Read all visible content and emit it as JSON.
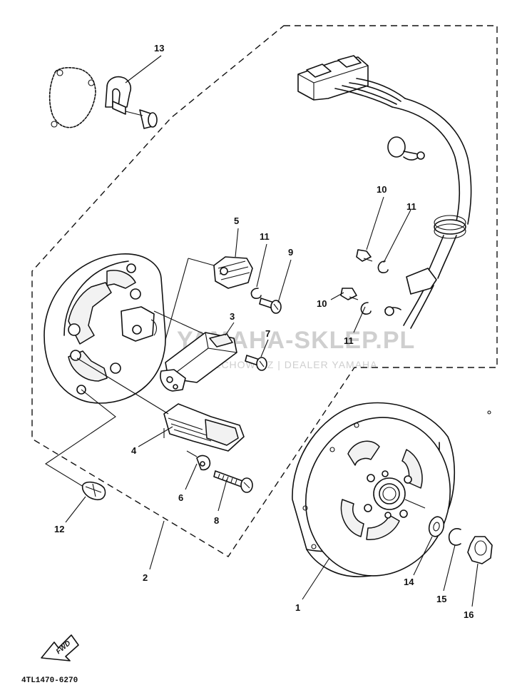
{
  "callouts": {
    "p1": "1",
    "p2": "2",
    "p3": "3",
    "p4": "4",
    "p5": "5",
    "p6": "6",
    "p7": "7",
    "p8": "8",
    "p9": "9",
    "p10a": "10",
    "p10b": "10",
    "p11a": "11",
    "p11b": "11",
    "p11c": "11",
    "p12": "12",
    "p13": "13",
    "p14": "14",
    "p15": "15",
    "p16": "16"
  },
  "watermark": {
    "title": "YAMAHA-SKLEP.PL",
    "subtitle": "WOJCIECHOWICZ | DEALER YAMAHA"
  },
  "fwd_label": "FWD",
  "diagram_code": "4TL1470-6270"
}
